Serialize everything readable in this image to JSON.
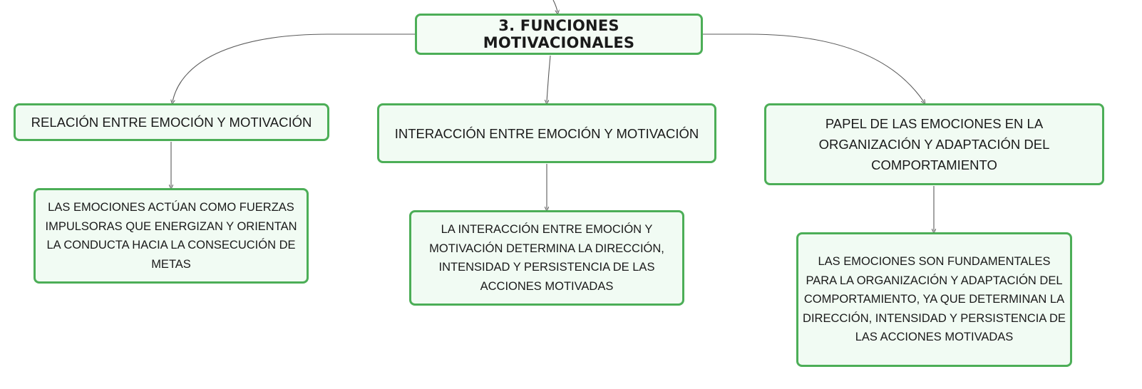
{
  "root": {
    "label": "3. FUNCIONES MOTIVACIONALES"
  },
  "branches": [
    {
      "title": "RELACIÓN ENTRE EMOCIÓN Y MOTIVACIÓN",
      "detail": "LAS EMOCIONES ACTÚAN COMO FUERZAS IMPULSORAS QUE ENERGIZAN Y ORIENTAN LA CONDUCTA HACIA LA CONSECUCIÓN DE METAS"
    },
    {
      "title": "INTERACCIÓN ENTRE EMOCIÓN Y MOTIVACIÓN",
      "detail": "LA INTERACCIÓN ENTRE EMOCIÓN Y MOTIVACIÓN DETERMINA LA DIRECCIÓN, INTENSIDAD Y PERSISTENCIA DE LAS ACCIONES MOTIVADAS"
    },
    {
      "title": "PAPEL DE LAS EMOCIONES EN LA ORGANIZACIÓN Y ADAPTACIÓN DEL COMPORTAMIENTO",
      "detail": "LAS EMOCIONES SON FUNDAMENTALES PARA LA ORGANIZACIÓN Y ADAPTACIÓN DEL COMPORTAMIENTO, YA QUE DETERMINAN LA DIRECCIÓN, INTENSIDAD Y PERSISTENCIA DE LAS ACCIONES MOTIVADAS"
    }
  ],
  "colors": {
    "node_border": "#4cae57",
    "node_fill": "#f1fbf3",
    "connector": "#5a5a5a",
    "text": "#1a1a1a"
  }
}
